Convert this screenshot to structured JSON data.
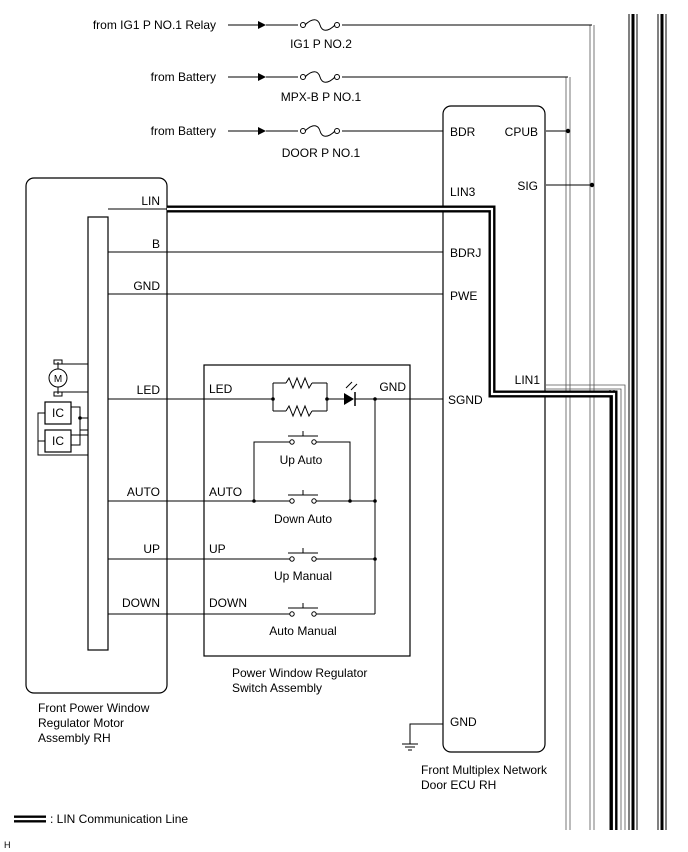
{
  "sources": {
    "ig1_relay": "from IG1 P NO.1 Relay",
    "battery_1": "from Battery",
    "battery_2": "from Battery"
  },
  "fuses": {
    "ig1": "IG1 P NO.2",
    "mpxb": "MPX-B P NO.1",
    "door": "DOOR P NO.1"
  },
  "motor_assembly": {
    "name_line1": "Front Power Window",
    "name_line2": "Regulator Motor",
    "name_line3": "Assembly RH",
    "motor_symbol": "M",
    "ic1": "IC",
    "ic2": "IC",
    "pins": {
      "lin": "LIN",
      "b": "B",
      "gnd": "GND",
      "led": "LED",
      "auto": "AUTO",
      "up": "UP",
      "down": "DOWN"
    }
  },
  "switch_assembly": {
    "name_line1": "Power Window Regulator",
    "name_line2": "Switch Assembly",
    "pins": {
      "led": "LED",
      "gnd": "GND",
      "auto": "AUTO",
      "up": "UP",
      "down": "DOWN"
    },
    "switches": {
      "up_auto": "Up Auto",
      "down_auto": "Down Auto",
      "up_manual": "Up Manual",
      "auto_manual": "Auto Manual"
    }
  },
  "ecu": {
    "name_line1": "Front Multiplex Network",
    "name_line2": "Door ECU RH",
    "pins": {
      "bdr": "BDR",
      "cpub": "CPUB",
      "lin3": "LIN3",
      "sig": "SIG",
      "bdrj": "BDRJ",
      "pwe": "PWE",
      "lin1": "LIN1",
      "sgnd": "SGND",
      "gnd": "GND"
    }
  },
  "legend": {
    "label": ": LIN Communication Line"
  },
  "corner_mark": "H"
}
